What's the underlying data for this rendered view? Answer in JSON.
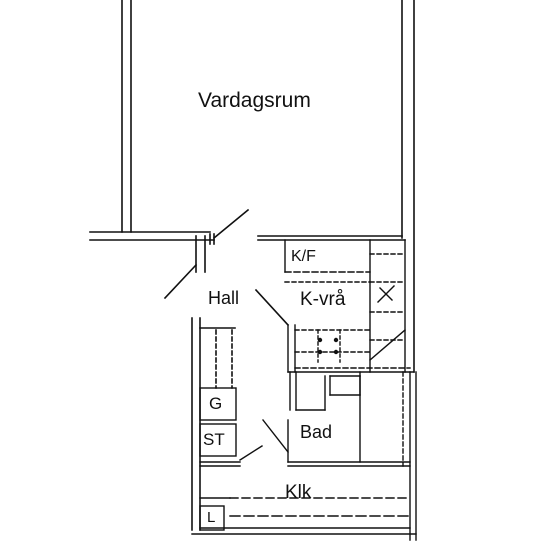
{
  "rooms": {
    "living": "Vardagsrum",
    "hall": "Hall",
    "kitchen_corner": "K-vrå",
    "fridge_freezer": "K/F",
    "bath": "Bad",
    "closet": "Klk"
  },
  "fixtures": {
    "g": "G",
    "st": "ST",
    "l": "L"
  }
}
